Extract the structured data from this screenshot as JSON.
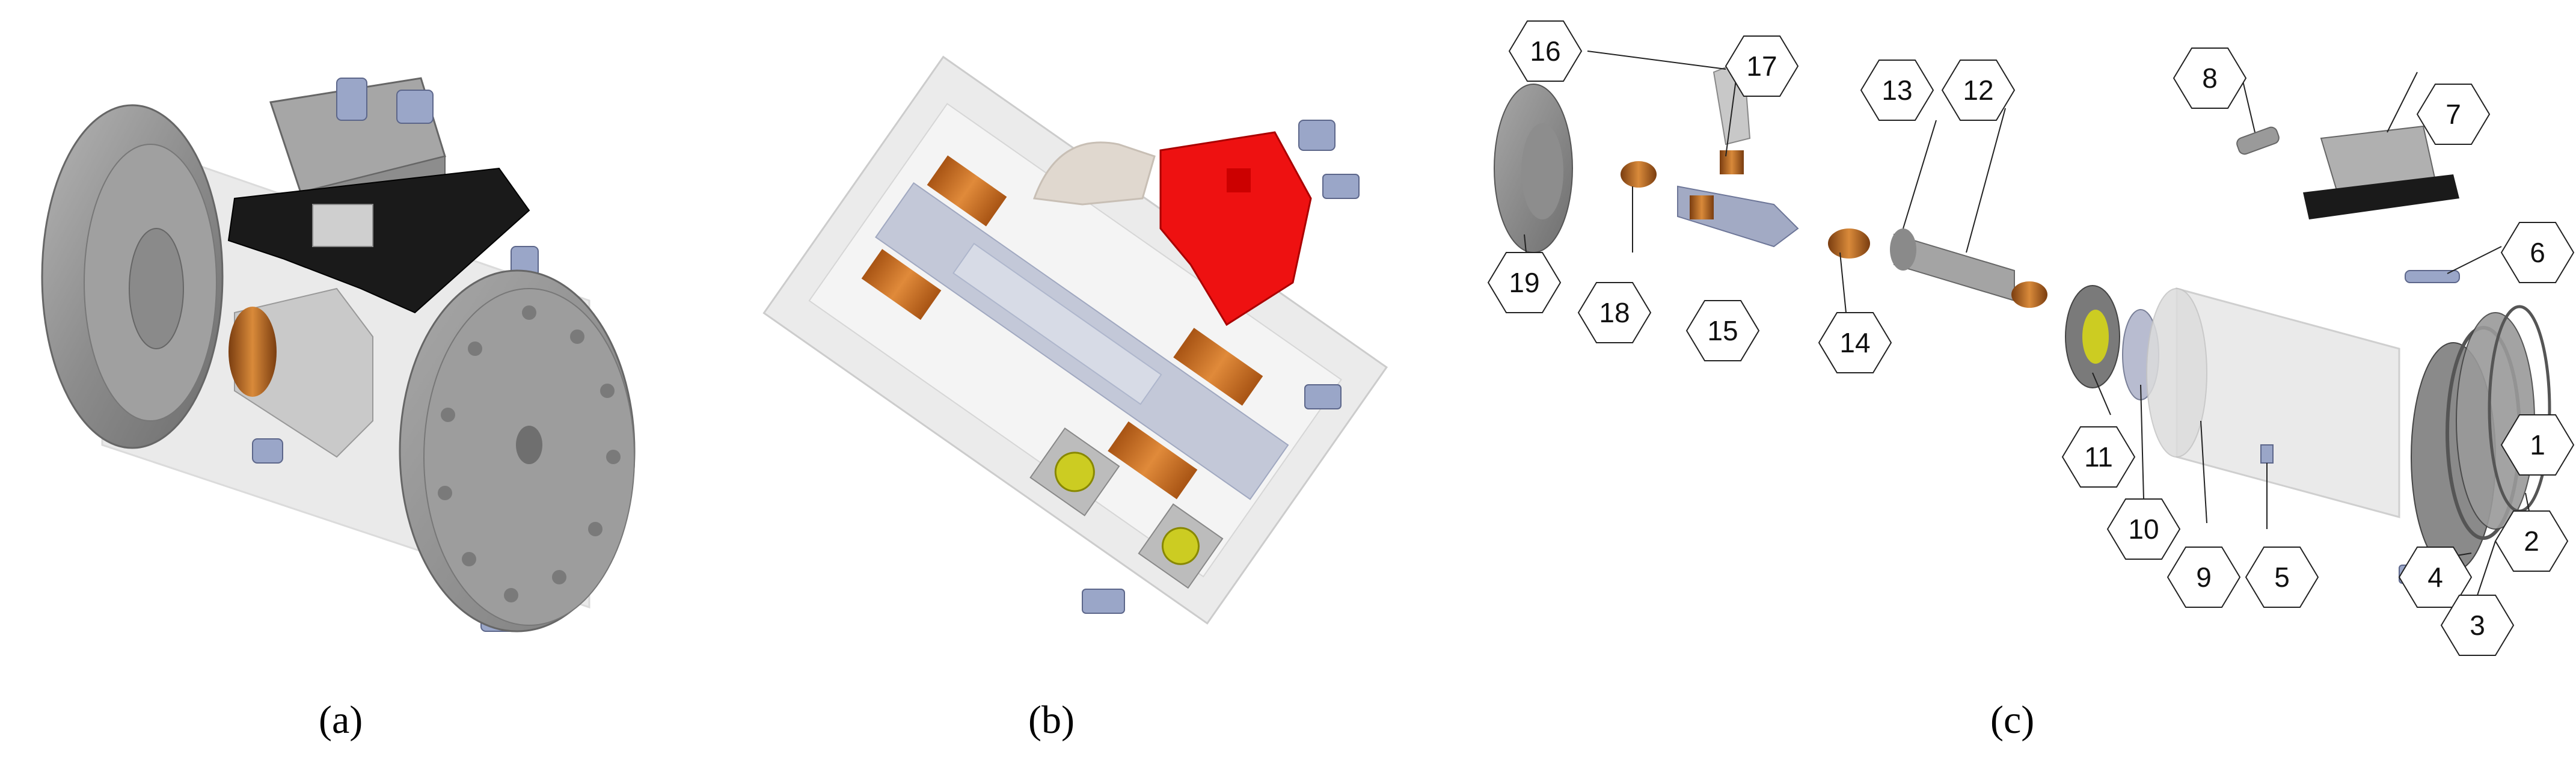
{
  "captions": {
    "a": "(a)",
    "b": "(b)",
    "c": "(c)"
  },
  "callouts": [
    {
      "id": "1",
      "label": "1"
    },
    {
      "id": "2",
      "label": "2"
    },
    {
      "id": "3",
      "label": "3"
    },
    {
      "id": "4",
      "label": "4"
    },
    {
      "id": "5",
      "label": "5"
    },
    {
      "id": "6",
      "label": "6"
    },
    {
      "id": "7",
      "label": "7"
    },
    {
      "id": "8",
      "label": "8"
    },
    {
      "id": "9",
      "label": "9"
    },
    {
      "id": "10",
      "label": "10"
    },
    {
      "id": "11",
      "label": "11"
    },
    {
      "id": "12",
      "label": "12"
    },
    {
      "id": "13",
      "label": "13"
    },
    {
      "id": "14",
      "label": "14"
    },
    {
      "id": "15",
      "label": "15"
    },
    {
      "id": "16",
      "label": "16"
    },
    {
      "id": "17",
      "label": "17"
    },
    {
      "id": "18",
      "label": "18"
    },
    {
      "id": "19",
      "label": "19"
    }
  ],
  "colors": {
    "steel": "#8f8f8f",
    "steel_light": "#c8c8c8",
    "transparent_housing": "#e6e6e6",
    "copper": "#b8681f",
    "bolt_blue": "#9aa6c8",
    "red_block": "#ee1111",
    "yellow_disc": "#cccc22",
    "black_bracket": "#1a1a1a"
  }
}
